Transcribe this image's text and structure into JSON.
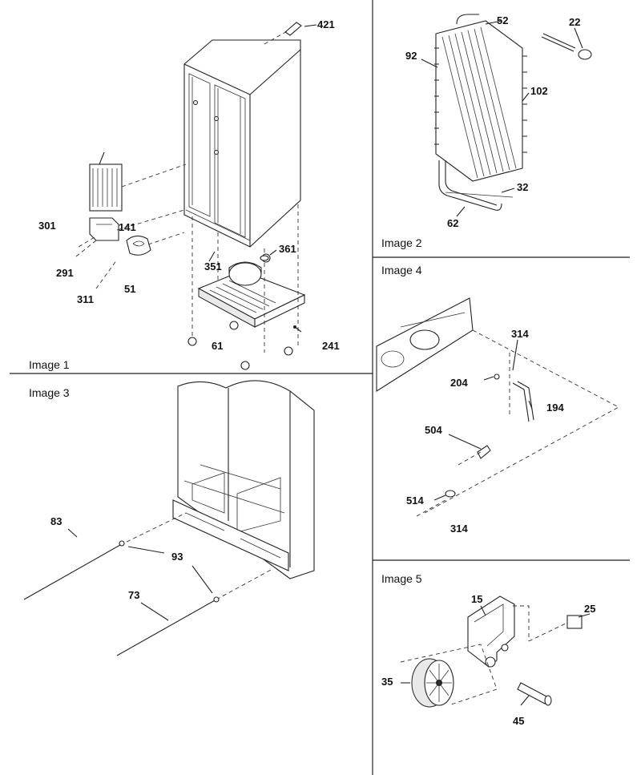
{
  "panels": [
    {
      "id": "image1",
      "title": "Image 1"
    },
    {
      "id": "image2",
      "title": "Image 2"
    },
    {
      "id": "image3",
      "title": "Image 3"
    },
    {
      "id": "image4",
      "title": "Image 4"
    },
    {
      "id": "image5",
      "title": "Image 5"
    }
  ],
  "callouts": {
    "image1": [
      "421",
      "141",
      "301",
      "291",
      "311",
      "51",
      "351",
      "361",
      "61",
      "241"
    ],
    "image2": [
      "52",
      "22",
      "92",
      "102",
      "32",
      "62"
    ],
    "image3": [
      "83",
      "93",
      "73"
    ],
    "image4": [
      "314",
      "204",
      "194",
      "504",
      "514",
      "314"
    ],
    "image5": [
      "15",
      "25",
      "35",
      "45"
    ]
  }
}
